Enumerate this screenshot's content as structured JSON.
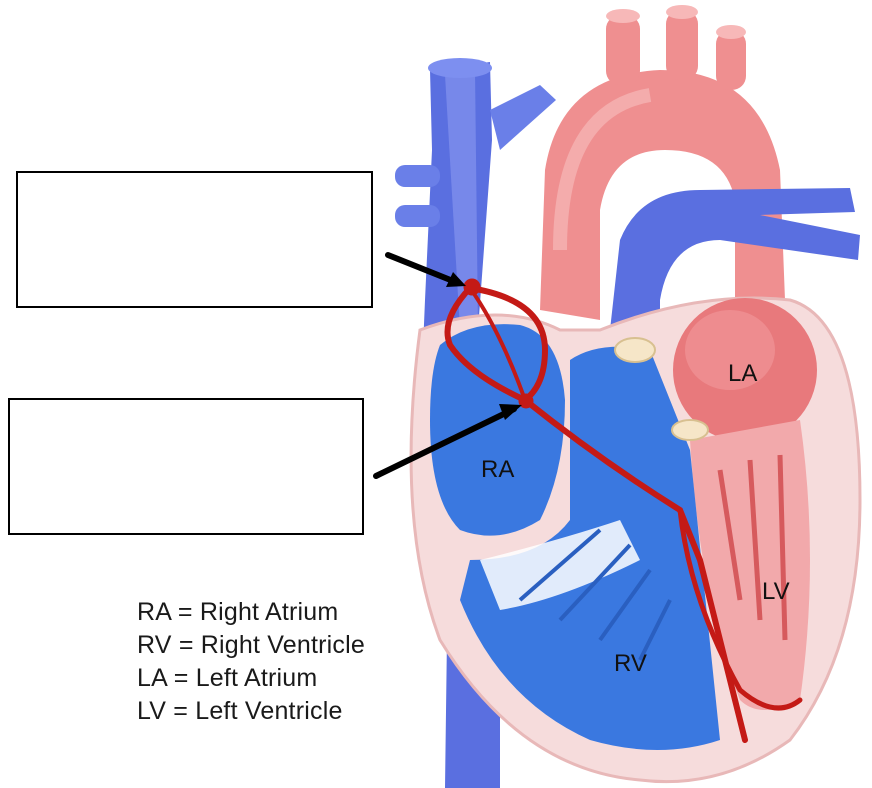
{
  "diagram": {
    "chamber_labels": {
      "ra": "RA",
      "rv": "RV",
      "la": "LA",
      "lv": "LV"
    },
    "legend": [
      "RA = Right Atrium",
      "RV = Right Ventricle",
      "LA = Left Atrium",
      "LV = Left Ventricle"
    ],
    "answer_boxes": [
      "",
      ""
    ],
    "colors": {
      "deoxygenated": "#5a6fe0",
      "oxygenated": "#ef8f90",
      "conduction": "#c41a16",
      "tissue": "#f6dcdc"
    }
  }
}
